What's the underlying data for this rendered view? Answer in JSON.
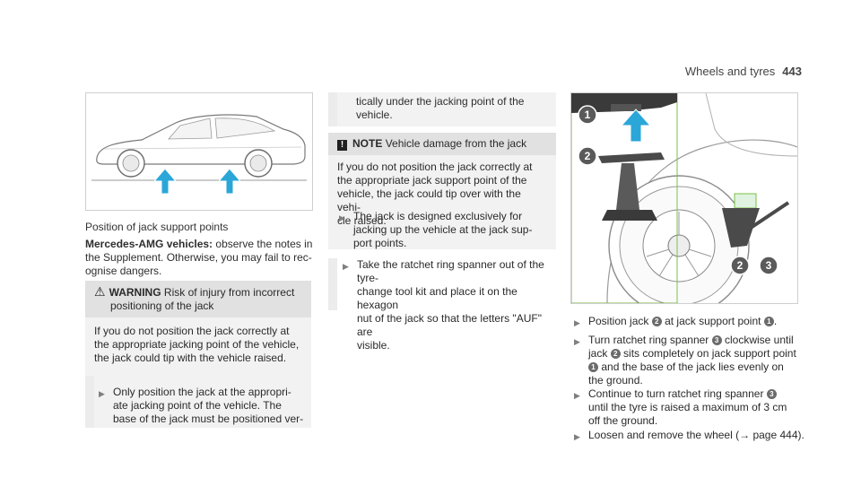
{
  "header": {
    "section": "Wheels and tyres",
    "page": "443"
  },
  "col1": {
    "caption": "Position of jack support points",
    "lead_bold": "Mercedes-AMG vehicles:",
    "lead_lines": [
      "observe the notes in",
      "the Supplement. Otherwise, you may fail to rec-",
      "ognise dangers."
    ],
    "warning": {
      "icon": "warning-triangle-icon",
      "title": "WARNING",
      "title_rest_1": "Risk of injury from incorrect",
      "title_rest_2": "positioning of the jack",
      "lines": [
        "If you do not position the jack correctly at",
        "the appropriate jacking point of the vehicle,",
        "the jack could tip with the vehicle raised."
      ],
      "step_lines": [
        "Only position the jack at the appropri-",
        "ate jacking point of the vehicle. The",
        "base of the jack must be positioned ver-"
      ]
    }
  },
  "col2": {
    "cont_lines": [
      "tically under the jacking point of the",
      "vehicle."
    ],
    "note": {
      "icon": "note-exclamation-icon",
      "title": "NOTE",
      "title_rest": "Vehicle damage from the jack",
      "lines": [
        "If you do not position the jack correctly at",
        "the appropriate jack support point of the",
        "vehicle, the jack could tip over with the vehi-",
        "cle raised."
      ],
      "step_lines": [
        "The jack is designed exclusively for",
        "jacking up the vehicle at the jack sup-",
        "port points."
      ]
    },
    "step_lines": [
      "Take the ratchet ring spanner out of the tyre-",
      "change tool kit and place it on the hexagon",
      "nut of the jack so that the letters \"AUF\" are",
      "visible."
    ]
  },
  "col3": {
    "figure_labels": [
      "1",
      "2",
      "2",
      "3"
    ],
    "steps": [
      {
        "t1": "Position jack",
        "n1": "2",
        "t2": "at jack support point",
        "n2": "1",
        "t3": "."
      },
      {
        "l1a": "Turn ratchet ring spanner",
        "l1n": "3",
        "l1b": "clockwise until",
        "l2a": "jack",
        "l2n": "2",
        "l2b": "sits completely on jack support point",
        "l3n": "1",
        "l3b": "and the base of the jack lies evenly on",
        "l4": "the ground."
      },
      {
        "l1a": "Continue to turn ratchet ring spanner",
        "l1n": "3",
        "l2": "until the tyre is raised a maximum of 3 cm",
        "l3": "off the ground."
      },
      {
        "text": "Loosen and remove the wheel (→ page 444)."
      }
    ]
  },
  "colors": {
    "accent": "#2aa7d8",
    "shade": "#f2f2f2",
    "bar": "#ececec"
  }
}
